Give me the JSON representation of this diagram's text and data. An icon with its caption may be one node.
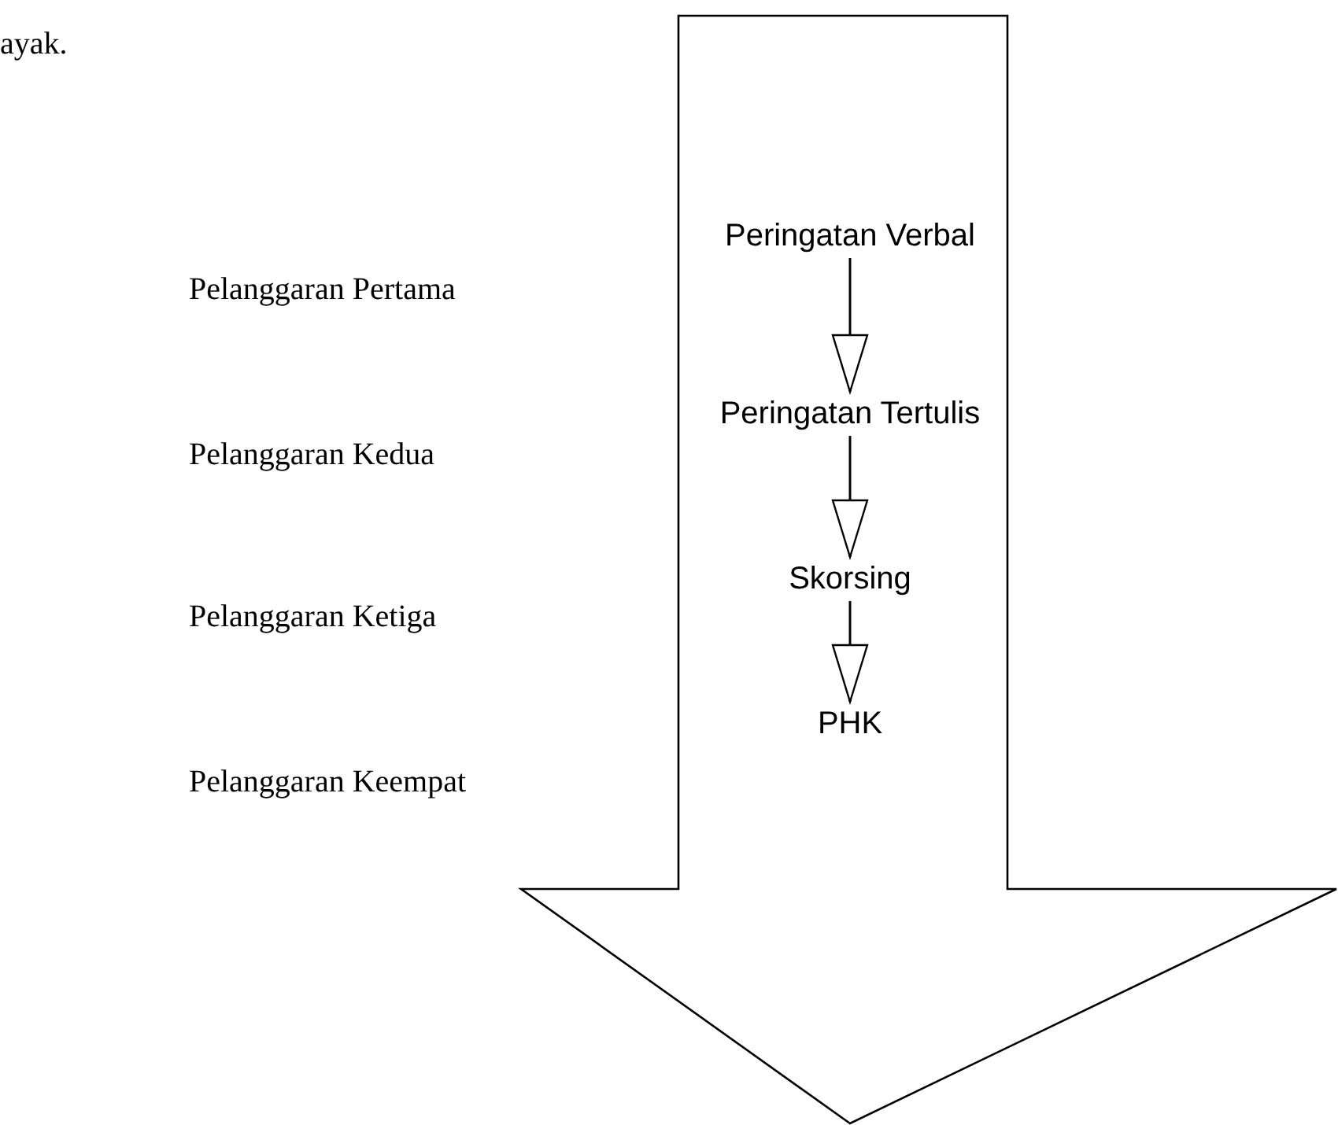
{
  "diagram": {
    "nodes": [
      {
        "text": [
          "Peringatan Verbal"
        ]
      },
      {
        "text": [
          "Peringatan Tertulis"
        ]
      },
      {
        "text": [
          "Skorsing"
        ]
      },
      {
        "text": [
          "PHK"
        ]
      }
    ],
    "edges": [
      {
        "from": 0,
        "to": 1,
        "arrow": "to"
      },
      {
        "from": 1,
        "to": 2,
        "arrow": "to"
      },
      {
        "from": 2,
        "to": 3,
        "arrow": "to"
      }
    ],
    "labels": [
      "ayak.",
      "Pelanggaran Pertama",
      "Pelanggaran Kedua",
      "Pelanggaran Ketiga",
      "Pelanggaran Keempat"
    ]
  }
}
